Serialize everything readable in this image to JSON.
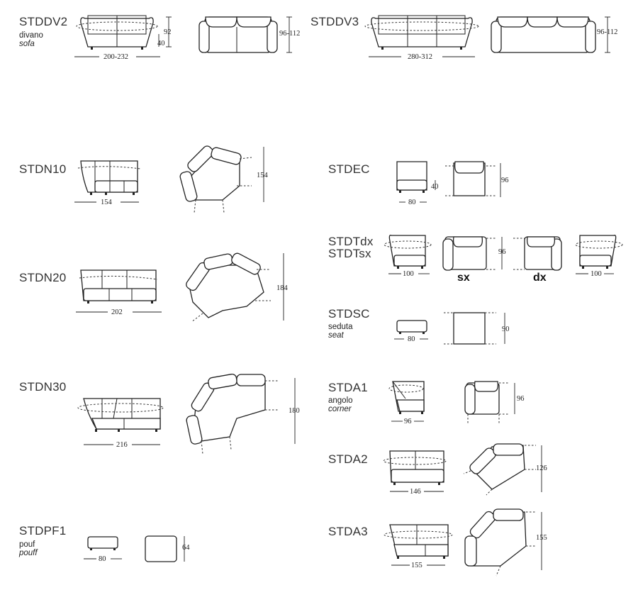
{
  "items": [
    {
      "code": "STDDV2",
      "sub": "divano",
      "sub_en": "sofa",
      "dims": [
        "92",
        "40",
        "200-232",
        "96-112"
      ]
    },
    {
      "code": "STDDV3",
      "dims": [
        "96-112",
        "280-312"
      ]
    },
    {
      "code": "STDN10",
      "dims": [
        "154",
        "154"
      ]
    },
    {
      "code": "STDN20",
      "dims": [
        "202",
        "184"
      ]
    },
    {
      "code": "STDN30",
      "dims": [
        "216",
        "180"
      ]
    },
    {
      "code": "STDPF1",
      "sub": "pouf",
      "sub_en": "pouff",
      "dims": [
        "80",
        "64"
      ]
    },
    {
      "code": "STDEC",
      "dims": [
        "40",
        "80",
        "96"
      ]
    },
    {
      "code": "STDTdx",
      "code2": "STDTsx",
      "dims": [
        "100",
        "96",
        "100"
      ],
      "sx": "sx",
      "dx": "dx"
    },
    {
      "code": "STDSC",
      "sub": "seduta",
      "sub_en": "seat",
      "dims": [
        "80",
        "90"
      ]
    },
    {
      "code": "STDA1",
      "sub": "angolo",
      "sub_en": "corner",
      "dims": [
        "96",
        "96"
      ]
    },
    {
      "code": "STDA2",
      "dims": [
        "146",
        "126"
      ]
    },
    {
      "code": "STDA3",
      "dims": [
        "155",
        "155"
      ]
    }
  ]
}
